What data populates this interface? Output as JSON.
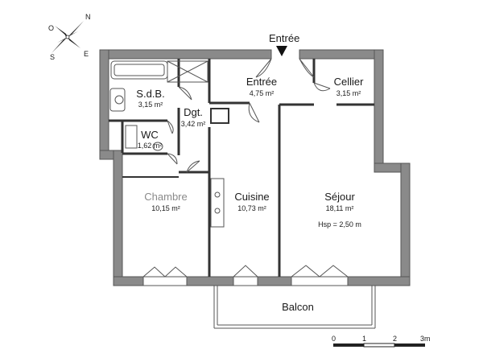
{
  "entrance_label": "Entrée",
  "compass": {
    "n": "N",
    "e": "E",
    "s": "S",
    "o": "O"
  },
  "rooms": [
    {
      "key": "sdb",
      "name": "S.d.B.",
      "area": "3,15 m²"
    },
    {
      "key": "dgt",
      "name": "Dgt.",
      "area": "3,42 m²"
    },
    {
      "key": "wc",
      "name": "WC",
      "area": "1,62 m²"
    },
    {
      "key": "entree",
      "name": "Entrée",
      "area": "4,75 m²"
    },
    {
      "key": "cellier",
      "name": "Cellier",
      "area": "3,15 m²"
    },
    {
      "key": "chambre",
      "name": "Chambre",
      "area": "10,15 m²"
    },
    {
      "key": "cuisine",
      "name": "Cuisine",
      "area": "10,73 m²"
    },
    {
      "key": "sejour",
      "name": "Séjour",
      "area": "18,11 m²",
      "note": "Hsp = 2,50 m"
    }
  ],
  "balcon": "Balcon",
  "scale": {
    "ticks": [
      "0",
      "1",
      "2",
      "3m"
    ]
  }
}
